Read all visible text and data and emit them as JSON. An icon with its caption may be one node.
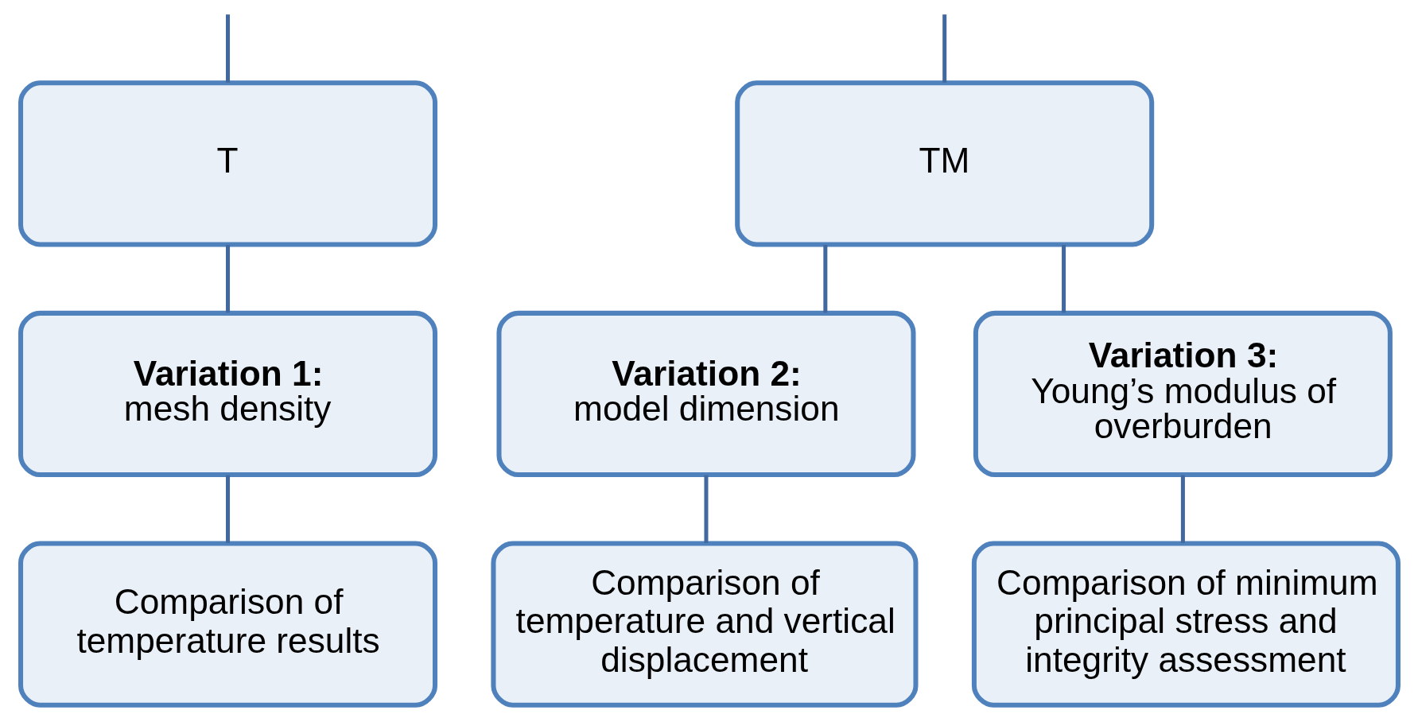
{
  "diagram": {
    "nodes": [
      {
        "text": [
          "T"
        ]
      },
      {
        "text": [
          "TM"
        ]
      },
      {
        "text": [
          "Variation 1:",
          "mesh density"
        ]
      },
      {
        "text": [
          "Variation 2:",
          "model dimension"
        ]
      },
      {
        "text": [
          "Variation 3:",
          "Young’s modulus of overburden"
        ]
      },
      {
        "text": [
          "Comparison of temperature results"
        ]
      },
      {
        "text": [
          "Comparison of temperature and vertical displacement"
        ]
      },
      {
        "text": [
          "Comparison of minimum principal stress and integrity assessment"
        ]
      }
    ],
    "edges": [
      {
        "from": null,
        "to": 0,
        "arrow": "none"
      },
      {
        "from": null,
        "to": 1,
        "arrow": "none"
      },
      {
        "from": 0,
        "to": 2,
        "arrow": "none"
      },
      {
        "from": 1,
        "to": 3,
        "arrow": "none"
      },
      {
        "from": 1,
        "to": 4,
        "arrow": "none"
      },
      {
        "from": 2,
        "to": 5,
        "arrow": "none"
      },
      {
        "from": 3,
        "to": 6,
        "arrow": "none"
      },
      {
        "from": 4,
        "to": 7,
        "arrow": "none"
      }
    ]
  }
}
